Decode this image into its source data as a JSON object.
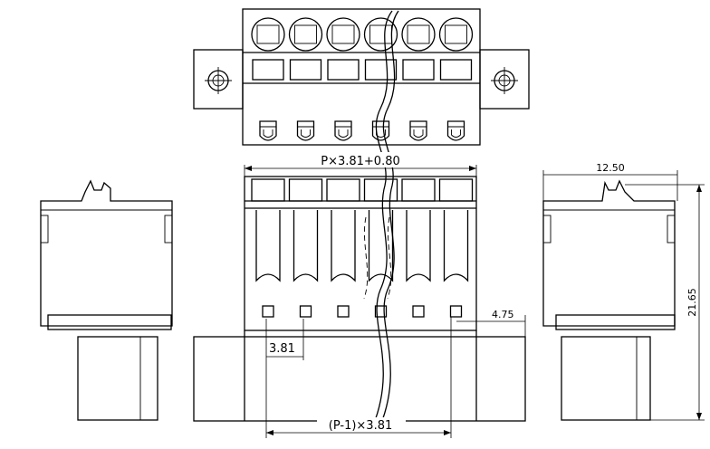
{
  "dimensions": {
    "pitch_total": "P×3.81+0.80",
    "pitch": "3.81",
    "edge_offset": "4.75",
    "pin_span": "(P-1)×3.81",
    "depth": "12.50",
    "height": "21.65"
  },
  "positions": 6
}
